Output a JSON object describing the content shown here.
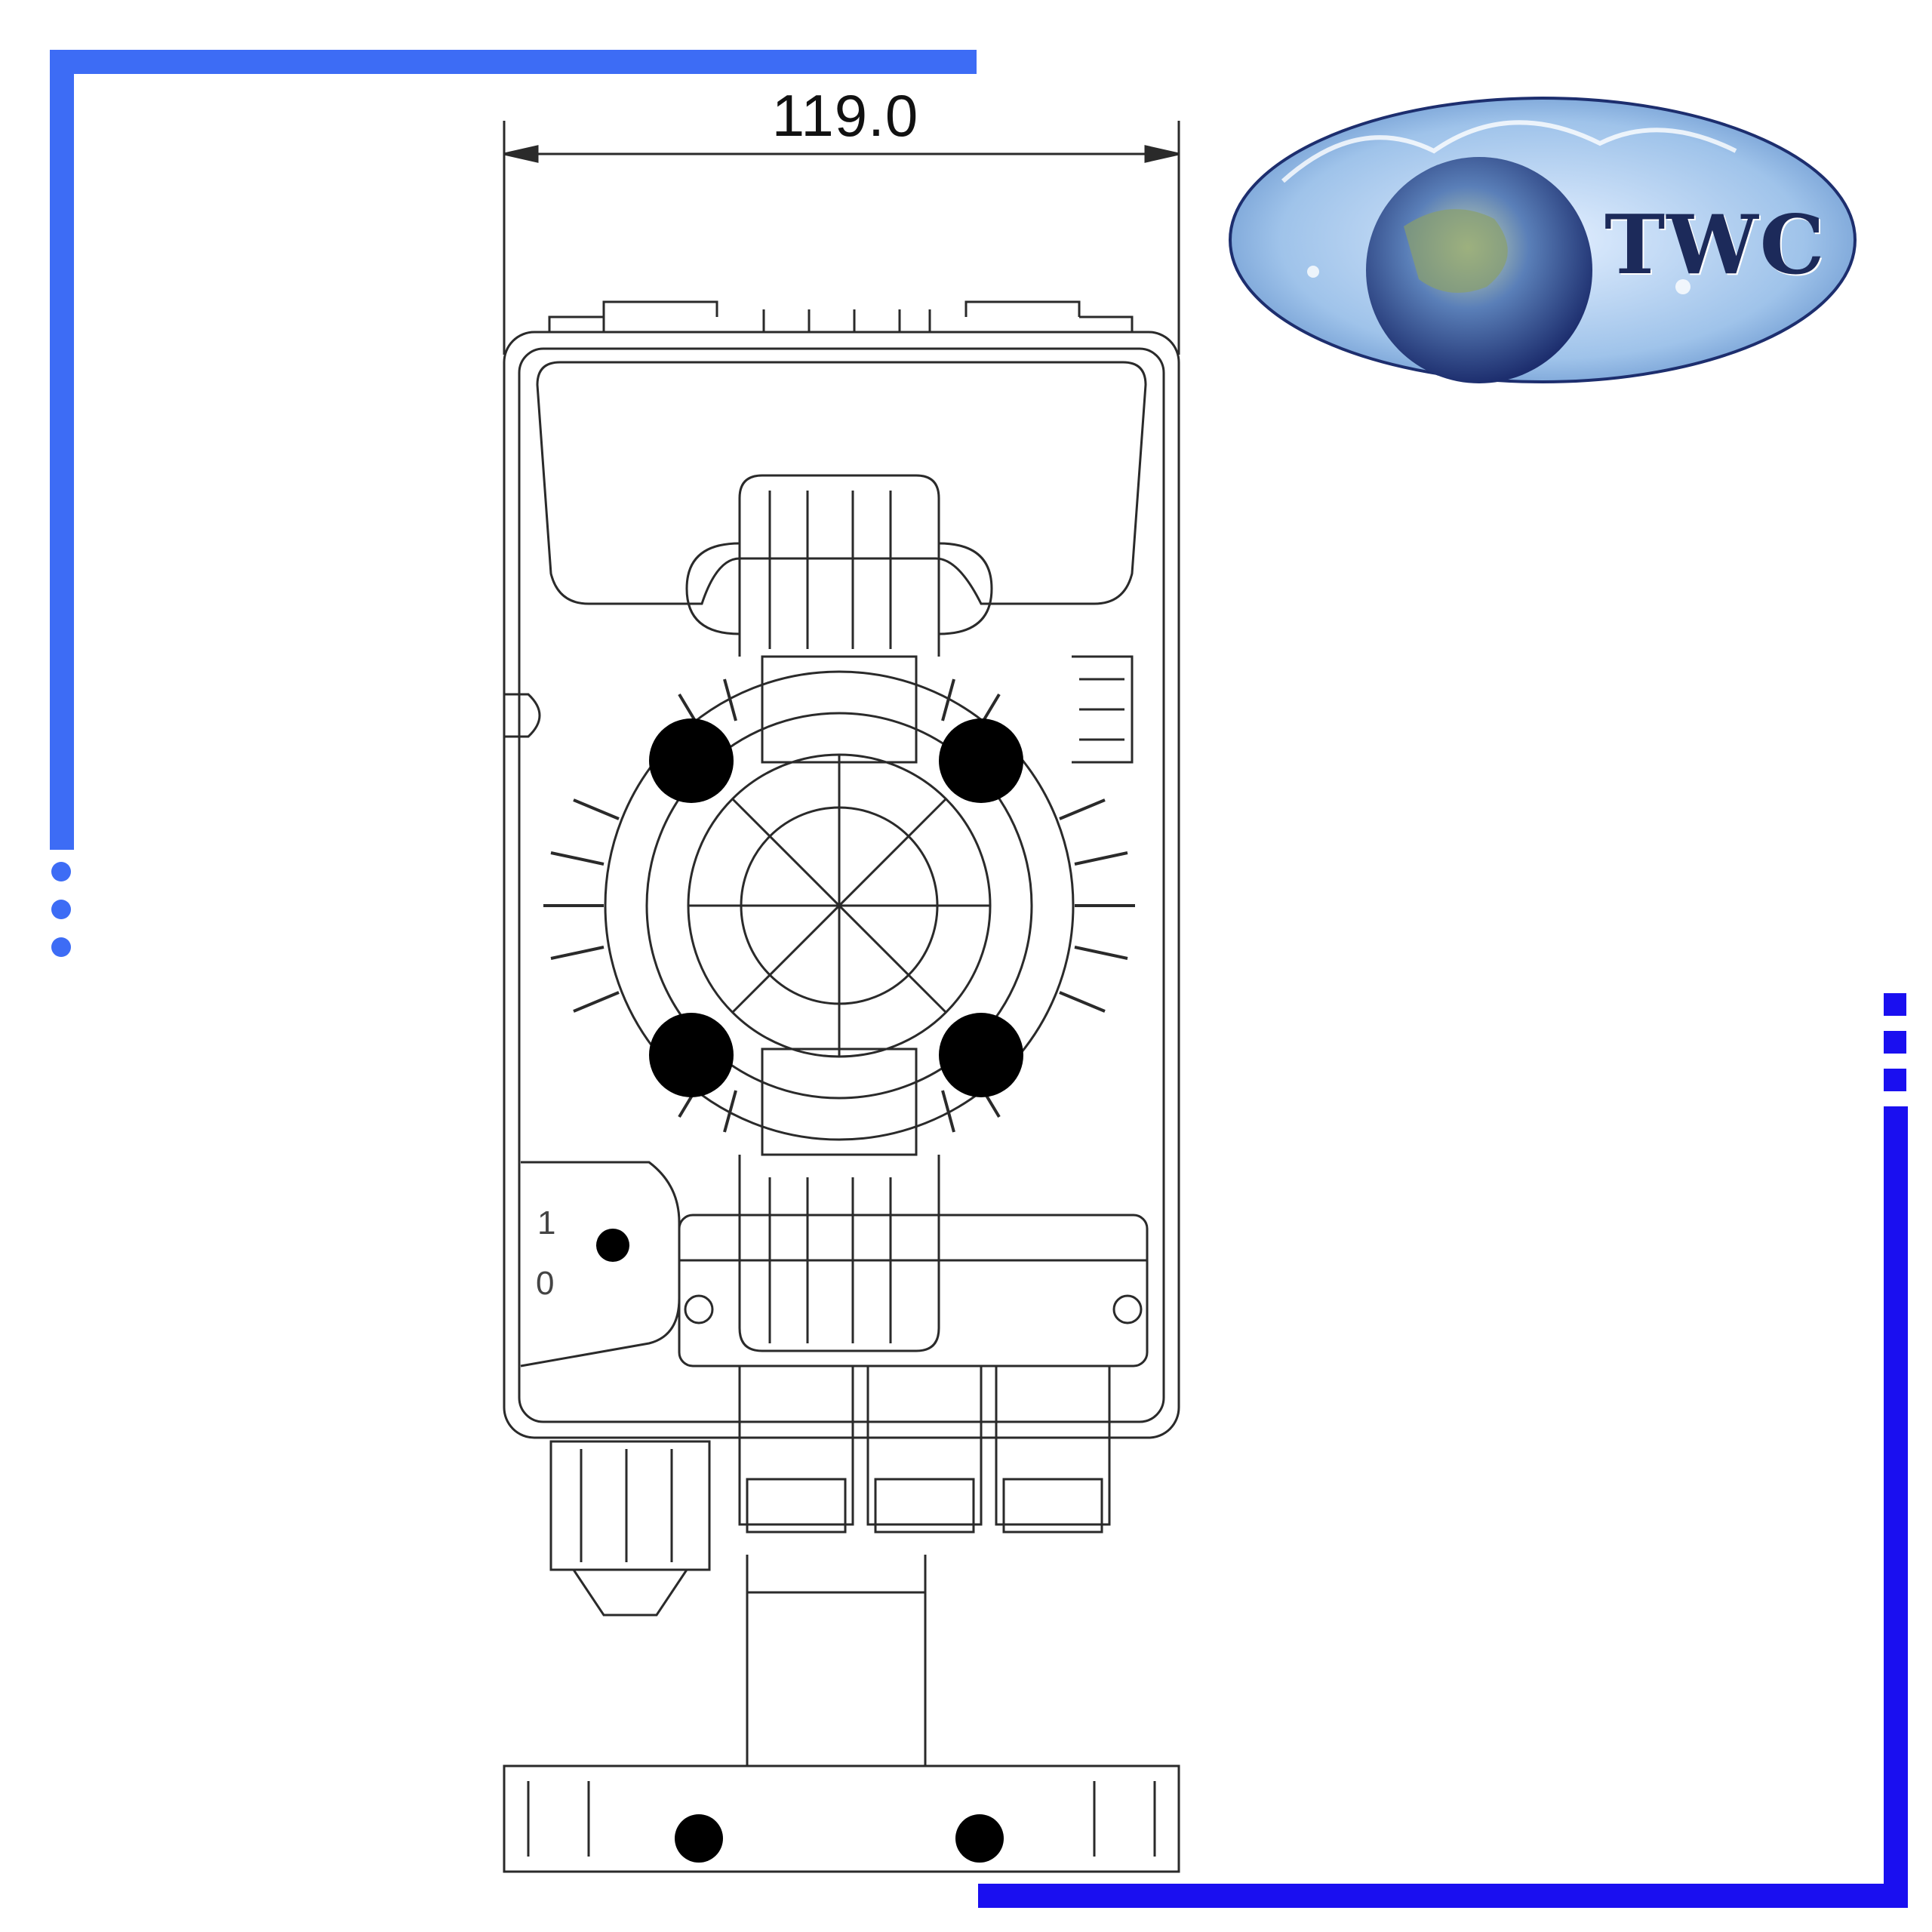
{
  "drawing": {
    "dimension_label": "119.0",
    "switch_label_on": "1",
    "switch_label_off": "0"
  },
  "logo": {
    "text": "TWC",
    "text_color": "#1c2a5a",
    "ellipse_fill": "#9fc3ea"
  },
  "frame": {
    "accent_top_left": "#3d6cf5",
    "accent_bottom_right": "#1a0ff0"
  },
  "icons": [
    "dimension-arrow-icon",
    "globe-water-splash-icon"
  ]
}
